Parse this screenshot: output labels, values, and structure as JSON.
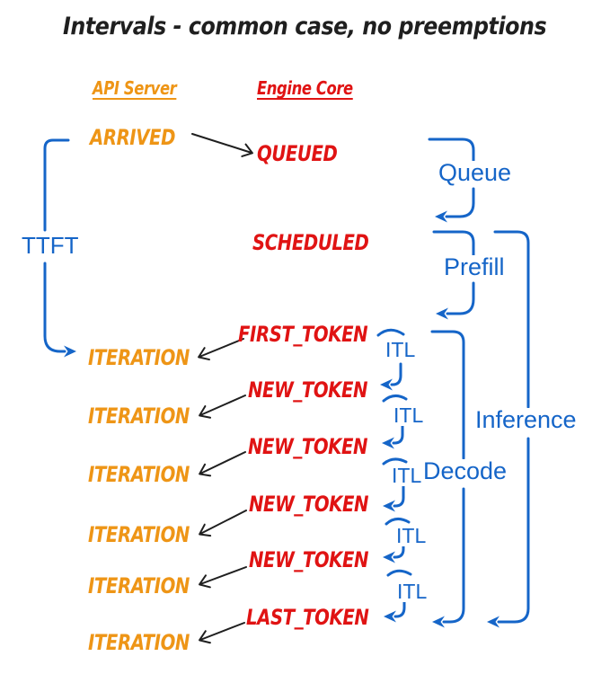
{
  "title": "Intervals - common case, no preemptions",
  "headers": {
    "api": "API Server",
    "engine": "Engine Core"
  },
  "api_events": {
    "arrived": "ARRIVED",
    "iterations": [
      "ITERATION",
      "ITERATION",
      "ITERATION",
      "ITERATION",
      "ITERATION",
      "ITERATION"
    ]
  },
  "engine_events": {
    "queued": "QUEUED",
    "scheduled": "SCHEDULED",
    "first_token": "FIRST_TOKEN",
    "new_tokens": [
      "NEW_TOKEN",
      "NEW_TOKEN",
      "NEW_TOKEN",
      "NEW_TOKEN"
    ],
    "last_token": "LAST_TOKEN"
  },
  "intervals": {
    "ttft": "TTFT",
    "queue": "Queue",
    "prefill": "Prefill",
    "itl": [
      "ITL",
      "ITL",
      "ITL",
      "ITL",
      "ITL"
    ],
    "decode": "Decode",
    "inference": "Inference"
  },
  "colors": {
    "orange": "#EE9516",
    "red": "#E01313",
    "blue": "#1565C8",
    "black": "#1F1F1F"
  }
}
